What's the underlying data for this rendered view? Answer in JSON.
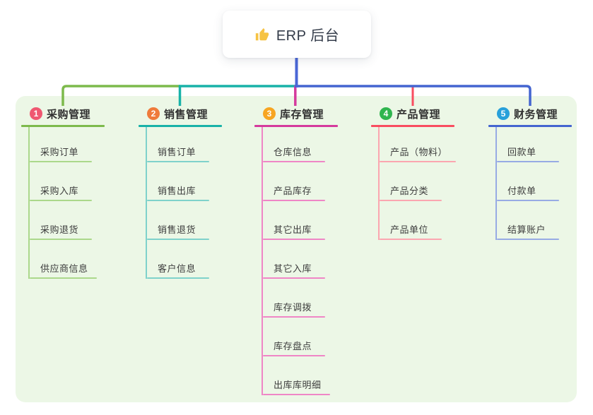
{
  "root": {
    "icon": "thumbs-up-icon",
    "label": "ERP 后台"
  },
  "branches": [
    {
      "number": "1",
      "title": "采购管理",
      "color": "#7dba4c",
      "light_color": "#abd88b",
      "badge_color": "#ef5871",
      "items": [
        "采购订单",
        "采购入库",
        "采购退货",
        "供应商信息"
      ]
    },
    {
      "number": "2",
      "title": "销售管理",
      "color": "#18b2a8",
      "light_color": "#7fd2cb",
      "badge_color": "#ef7b3b",
      "items": [
        "销售订单",
        "销售出库",
        "销售退货",
        "客户信息"
      ]
    },
    {
      "number": "3",
      "title": "库存管理",
      "color": "#d53a9d",
      "light_color": "#ef86c6",
      "badge_color": "#f7a522",
      "items": [
        "仓库信息",
        "产品库存",
        "其它出库",
        "其它入库",
        "库存调拨",
        "库存盘点",
        "出库库明细"
      ]
    },
    {
      "number": "4",
      "title": "产品管理",
      "color": "#f94d60",
      "light_color": "#fba6b0",
      "badge_color": "#2fb54e",
      "items": [
        "产品（物料）",
        "产品分类",
        "产品单位"
      ]
    },
    {
      "number": "5",
      "title": "财务管理",
      "color": "#4465d0",
      "light_color": "#97abe4",
      "badge_color": "#28a0da",
      "items": [
        "回款单",
        "付款单",
        "结算账户"
      ]
    }
  ],
  "canvas": {
    "background": "#ffffff",
    "panel_color": "#ecf7e6",
    "root_line_color": "#4a67d6",
    "icon_color": "#f6c344"
  }
}
